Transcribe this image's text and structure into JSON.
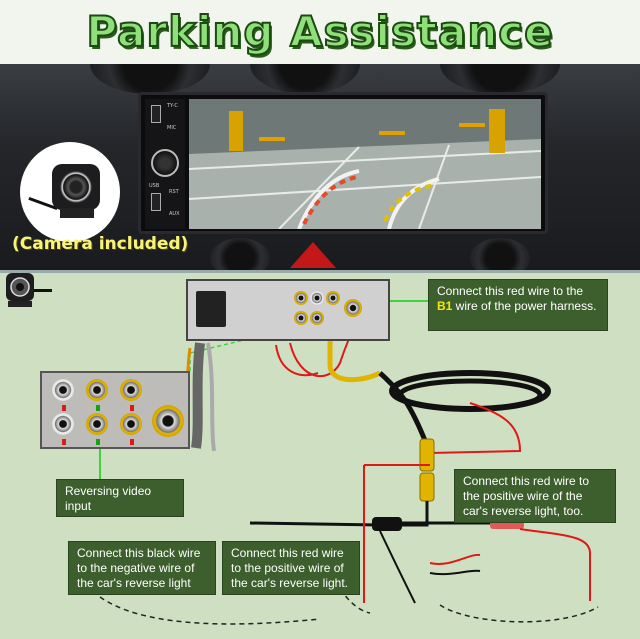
{
  "title": "Parking Assistance",
  "camera_caption": "(Camera included)",
  "stereo": {
    "label_typec": "TY-C",
    "label_mic": "MIC",
    "label_usb": "USB",
    "label_rst": "RST",
    "label_aux": "AUX"
  },
  "callouts": {
    "power_pre": "Connect this red wire to the ",
    "power_b1": "B1",
    "power_post": " wire of the power harness.",
    "reverse_light_positive": "Connect this red wire to the positive wire of the car's reverse light, too.",
    "reversing_video": "Reversing video input",
    "black_wire": "Connect this black wire to the negative wire of the car's reverse light",
    "red_wire": "Connect this red wire to the positive wire of the car's reverse light."
  },
  "colors": {
    "title_fill": "#8fe07a",
    "callout_bg": "#3d5f2d",
    "highlight": "#f7e800",
    "diagram_bg": "#cfe0c2",
    "red_wire": "#e01818",
    "green_frame": "#3fd13f"
  }
}
